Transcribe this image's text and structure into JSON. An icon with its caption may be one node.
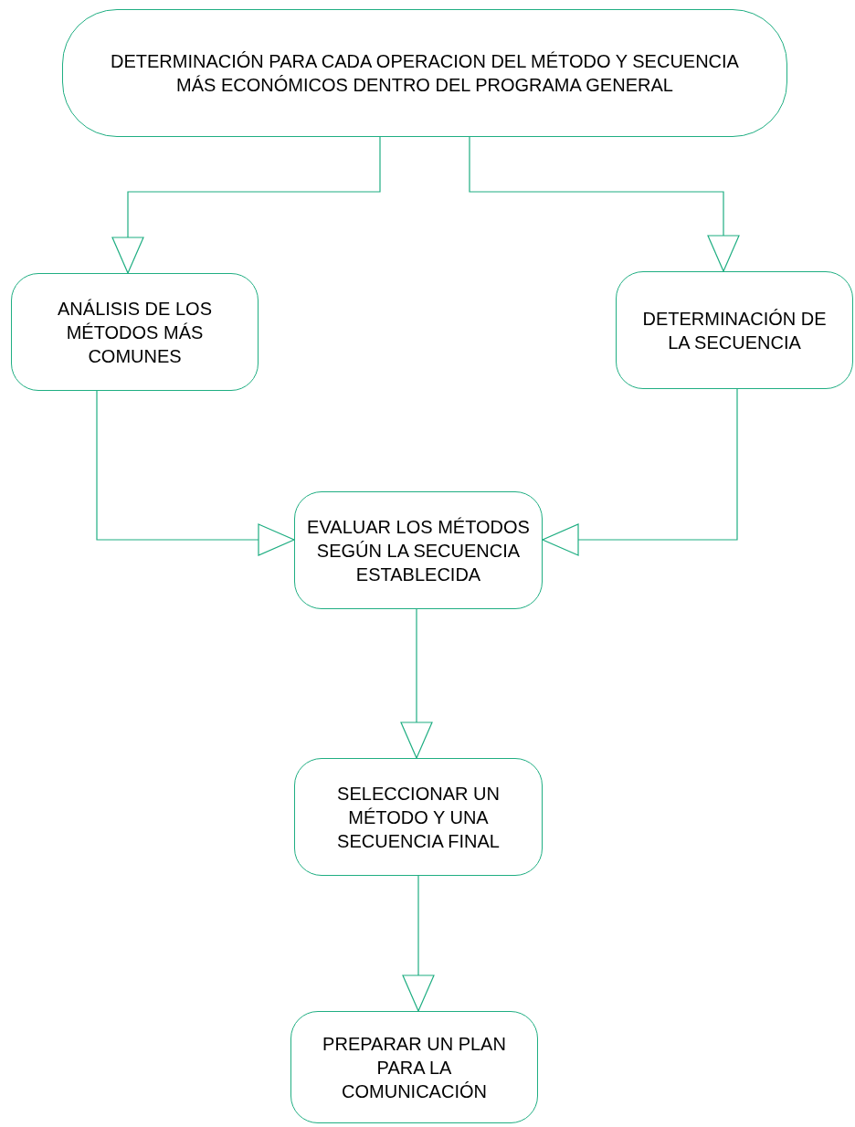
{
  "diagram": {
    "nodes": [
      {
        "text": [
          "DETERMINACIÓN PARA CADA OPERACION DEL MÉTODO Y SECUENCIA MÁS ECONÓMICOS DENTRO DEL PROGRAMA GENERAL"
        ]
      },
      {
        "text": [
          "ANÁLISIS DE LOS MÉTODOS MÁS COMUNES"
        ]
      },
      {
        "text": [
          "DETERMINACIÓN DE LA SECUENCIA"
        ]
      },
      {
        "text": [
          "EVALUAR LOS MÉTODOS SEGÚN LA SECUENCIA ESTABLECIDA"
        ]
      },
      {
        "text": [
          "SELECCIONAR UN MÉTODO Y UNA SECUENCIA FINAL"
        ]
      },
      {
        "text": [
          "PREPARAR UN PLAN PARA LA COMUNICACIÓN"
        ]
      }
    ],
    "edges": [
      {
        "from": 0,
        "to": 1,
        "arrow": "to"
      },
      {
        "from": 0,
        "to": 2,
        "arrow": "to"
      },
      {
        "from": 1,
        "to": 3,
        "arrow": "to"
      },
      {
        "from": 2,
        "to": 3,
        "arrow": "to"
      },
      {
        "from": 3,
        "to": 4,
        "arrow": "to"
      },
      {
        "from": 4,
        "to": 5,
        "arrow": "to"
      }
    ]
  }
}
